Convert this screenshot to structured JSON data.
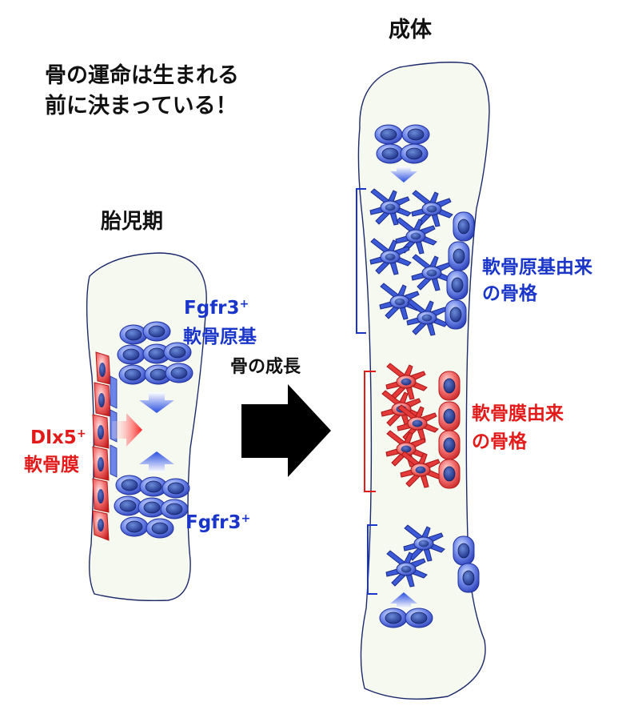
{
  "title_adult": "成体",
  "title_embryo": "胎児期",
  "headline": {
    "line1": "骨の運命は生まれる",
    "line2": "前に決まっている！"
  },
  "embryo": {
    "fgfr3_top": "Fgfr3",
    "fgfr3_bottom": "Fgfr3",
    "fgfr3_sup": "+",
    "anlage": "軟骨原基",
    "dlx5": "Dlx5",
    "dlx5_sup": "+",
    "perichondrium": "軟骨膜"
  },
  "growth_label": "骨の成長",
  "adult": {
    "blue_label": {
      "line1": "軟骨原基由来",
      "line2": "の骨格"
    },
    "red_label": {
      "line1": "軟骨膜由来",
      "line2": "の骨格"
    }
  },
  "colors": {
    "blue_cell": "#2f4fcf",
    "blue_text": "#1a35c9",
    "red_cell": "#e63a3a",
    "red_text": "#e31a1a",
    "bone_fill": "#f5f9ef",
    "arrow": "#000000"
  }
}
